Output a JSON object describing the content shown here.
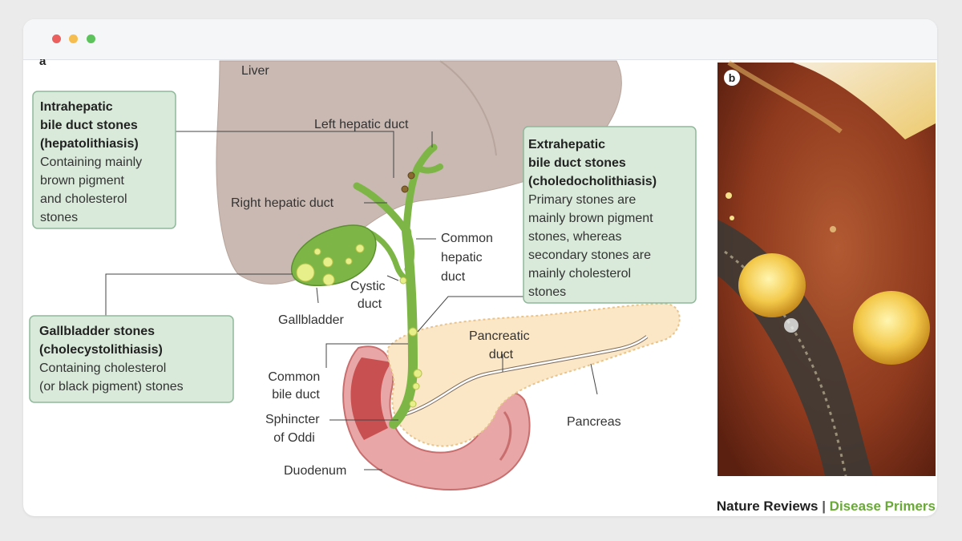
{
  "window": {
    "controls": [
      "close",
      "minimize",
      "maximize"
    ],
    "colors": {
      "close": "#ec5f5f",
      "minimize": "#f5bd4f",
      "maximize": "#5ec25c"
    }
  },
  "figure": {
    "panel_a": "a",
    "panel_b": "b",
    "labels": {
      "liver": "Liver",
      "left_hepatic_duct": "Left hepatic duct",
      "right_hepatic_duct": "Right hepatic duct",
      "common_hepatic_duct": [
        "Common",
        "hepatic",
        "duct"
      ],
      "cystic_duct": [
        "Cystic",
        "duct"
      ],
      "gallbladder": "Gallbladder",
      "pancreatic_duct": [
        "Pancreatic",
        "duct"
      ],
      "common_bile_duct": [
        "Common",
        "bile duct"
      ],
      "sphincter": [
        "Sphincter",
        "of Oddi"
      ],
      "pancreas": "Pancreas",
      "duodenum": "Duodenum"
    },
    "boxes": {
      "intrahepatic": {
        "title": [
          "Intrahepatic",
          "bile duct stones",
          "(hepatolithiasis)"
        ],
        "body": [
          "Containing mainly",
          "brown pigment",
          "and cholesterol",
          "stones"
        ]
      },
      "gallbladder": {
        "title": [
          "Gallbladder stones",
          "(cholecystolithiasis)"
        ],
        "body": [
          "Containing cholesterol",
          "(or black pigment) stones"
        ]
      },
      "extrahepatic": {
        "title": [
          "Extrahepatic",
          "bile duct stones",
          "(choledocholithiasis)"
        ],
        "body": [
          "Primary stones are",
          "mainly brown pigment",
          "stones, whereas",
          "secondary stones are",
          "mainly cholesterol",
          "stones"
        ]
      }
    },
    "credit": {
      "publisher": "Nature Reviews",
      "separator": " | ",
      "series": "Disease Primers"
    },
    "colors": {
      "box_fill": "#d9eada",
      "box_stroke": "#8fb89a",
      "duct": "#7db646",
      "liver": "#c9b9b2",
      "pancreas": "#fbe7c6",
      "duodenum": "#e8a6a6",
      "credit_green": "#6aa83a"
    }
  }
}
